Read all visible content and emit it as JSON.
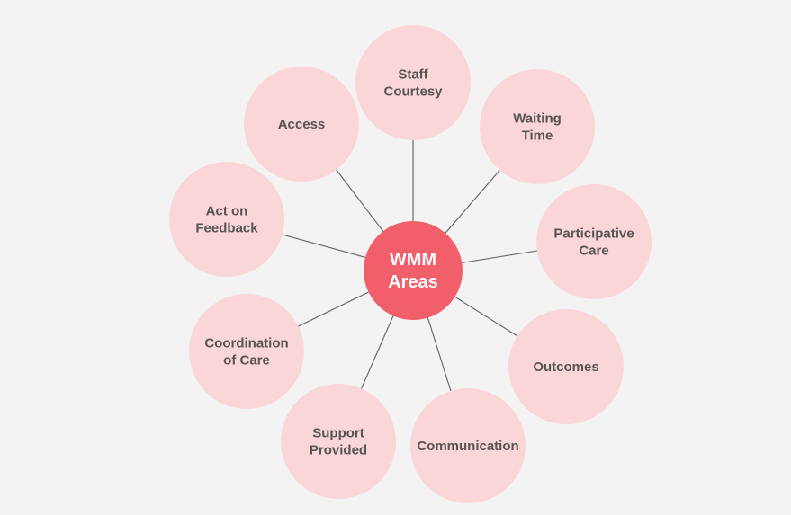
{
  "center": {
    "lines": [
      "WMM",
      "Areas"
    ]
  },
  "areas": [
    {
      "id": "staff-courtesy",
      "lines": [
        "Staff",
        "Courtesy"
      ]
    },
    {
      "id": "waiting-time",
      "lines": [
        "Waiting",
        "Time"
      ]
    },
    {
      "id": "participative-care",
      "lines": [
        "Participative",
        "Care"
      ]
    },
    {
      "id": "outcomes",
      "lines": [
        "Outcomes"
      ]
    },
    {
      "id": "communication",
      "lines": [
        "Communication"
      ]
    },
    {
      "id": "support-provided",
      "lines": [
        "Support",
        "Provided"
      ]
    },
    {
      "id": "coordination-of-care",
      "lines": [
        "Coordination",
        "of Care"
      ]
    },
    {
      "id": "act-on-feedback",
      "lines": [
        "Act on",
        "Feedback"
      ]
    },
    {
      "id": "access",
      "lines": [
        "Access"
      ]
    }
  ],
  "colors": {
    "background": "#f3f3f3",
    "center": "#f15f6b",
    "outer": "#fbd6d9",
    "line": "#6b6b6b"
  }
}
